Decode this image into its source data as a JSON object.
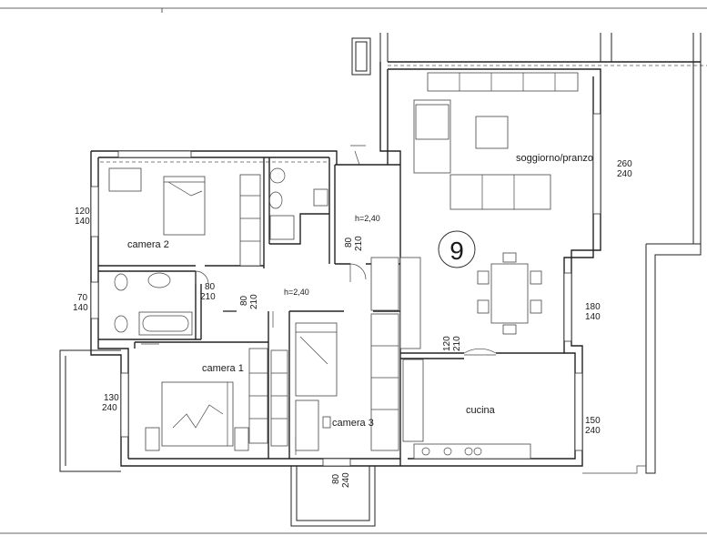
{
  "plan": {
    "unit_number": "9",
    "rooms": {
      "camera2": "camera 2",
      "camera1": "camera 1",
      "camera3": "camera 3",
      "cucina": "cucina",
      "soggiorno": "soggiorno/pranzo"
    },
    "heights": {
      "disimpegno": "h=2,40",
      "ripostiglio": "h=2,40"
    },
    "openings": {
      "camera2_window_w": "120",
      "camera2_window_h": "140",
      "bagno_window_w": "70",
      "bagno_window_h": "140",
      "camera1_window_w": "130",
      "camera1_window_h": "240",
      "bagno_door_w": "80",
      "bagno_door_h": "210",
      "corridor_door_w": "80",
      "corridor_door_h": "210",
      "rip_door_w": "80",
      "rip_door_h": "210",
      "camera3_window_w": "80",
      "camera3_window_h": "240",
      "kitchen_door_w": "120",
      "kitchen_door_h": "210",
      "soggiorno_window_w": "260",
      "soggiorno_window_h": "240",
      "pranzo_window_w": "180",
      "pranzo_window_h": "140",
      "cucina_window_w": "150",
      "cucina_window_h": "240"
    }
  }
}
